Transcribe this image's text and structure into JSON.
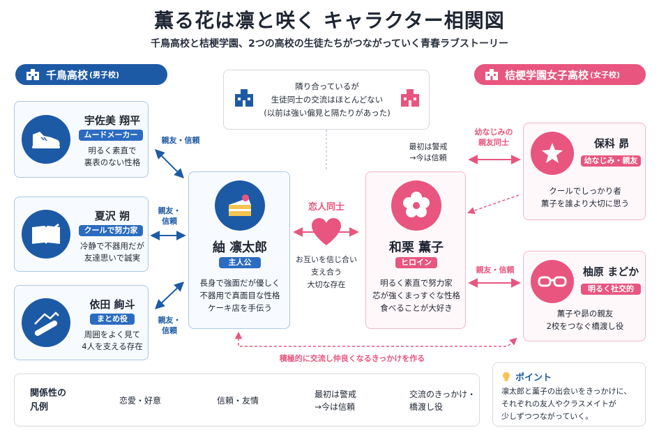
{
  "header": {
    "title": "薫る花は凛と咲く キャラクター相関図",
    "subtitle": "千鳥高校と桔梗学園、2つの高校の生徒たちがつながっていく青春ラブストーリー"
  },
  "schools": {
    "left": {
      "name": "千鳥高校",
      "sub": "(男子校)"
    },
    "right": {
      "name": "桔梗学園女子高校",
      "sub": "(女子校)"
    }
  },
  "note_box": {
    "lines": [
      "隣り合っているが",
      "生徒同士の交流はほとんどない",
      "(以前は強い偏見と隔たりがあった)"
    ]
  },
  "characters": {
    "usami": {
      "name": "宇佐美 翔平",
      "tag": "ムードメーカー",
      "desc": [
        "明るく素直で",
        "裏表のない性格"
      ],
      "icon": "sneaker-icon"
    },
    "natsusawa": {
      "name": "夏沢 朔",
      "tag": "クールで努力家",
      "desc": [
        "冷静で不器用だが",
        "友達思いで誠実"
      ],
      "icon": "book-icon"
    },
    "yoda": {
      "name": "依田 絢斗",
      "tag": "まとめ役",
      "desc": [
        "周囲をよく見て",
        "4人を支える存在"
      ],
      "icon": "snowboard-icon"
    },
    "rintaro": {
      "name": "紬 凛太郎",
      "tag": "主人公",
      "desc": [
        "長身で強面だが優しく",
        "不器用で真面目な性格",
        "ケーキ店を手伝う"
      ],
      "icon": "cake-icon"
    },
    "kaoruko": {
      "name": "和栗 薫子",
      "tag": "ヒロイン",
      "desc": [
        "明るく素直で努力家",
        "芯が強くまっすぐな性格",
        "食べることが大好き"
      ],
      "icon": "flower-icon"
    },
    "hoshina": {
      "name": "保科 昴",
      "tag": "幼なじみ・親友",
      "desc": [
        "クールでしっかり者",
        "薫子を誰より大切に思う"
      ],
      "icon": "star-icon"
    },
    "yuzuhara": {
      "name": "柚原 まどか",
      "tag": "明るく社交的",
      "desc": [
        "薫子や昴の親友",
        "2校をつなぐ橋渡し役"
      ],
      "icon": "glasses-icon"
    }
  },
  "relations": {
    "usami_rin": "親友・信頼",
    "natsu_rin": [
      "親友・",
      "信頼"
    ],
    "yoda_rin": [
      "親友・",
      "信頼"
    ],
    "lovers": "恋人同士",
    "lovers_desc": [
      "お互いを信じ合い",
      "支え合う",
      "大切な存在"
    ],
    "hoshina_kaoru_top": [
      "幼なじみの",
      "親友同士"
    ],
    "hoshina_kaoru_note": [
      "最初は警戒",
      "→今は信頼"
    ],
    "yuzu_kaoru": "親友・信頼",
    "bottom": "積極的に交流し仲良くなるきっかけを作る"
  },
  "legend": {
    "title": [
      "関係性の",
      "凡例"
    ],
    "items": [
      {
        "label": [
          "恋愛・好意"
        ],
        "style": "pink-solid"
      },
      {
        "label": [
          "信頼・友情"
        ],
        "style": "blue-solid"
      },
      {
        "label": [
          "最初は警戒",
          "→今は信頼"
        ],
        "style": "pink-dashed"
      },
      {
        "label": [
          "交流のきっかけ・",
          "橋渡し役"
        ],
        "style": "gray-dashed"
      }
    ]
  },
  "point": {
    "title": "ポイント",
    "lines": [
      "凛太郎と薫子の出会いをきっかけに、",
      "それぞれの友人やクラスメイトが",
      "少しずつつながっていく。"
    ]
  },
  "colors": {
    "blue": "#1d5aa6",
    "pink": "#e8557e"
  }
}
